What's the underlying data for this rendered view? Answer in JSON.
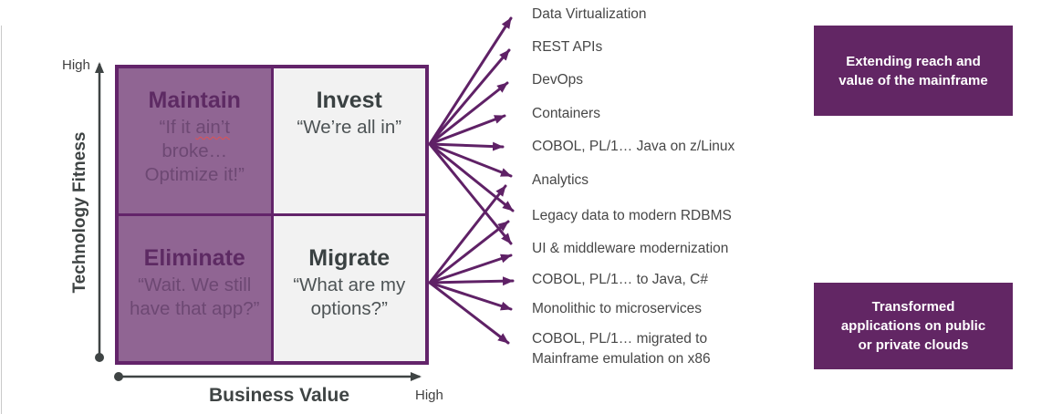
{
  "matrix": {
    "y_axis": {
      "label": "Technology Fitness",
      "high_label": "High"
    },
    "x_axis": {
      "label": "Business Value",
      "high_label": "High"
    },
    "quadrants": {
      "maintain": {
        "title": "Maintain",
        "line1_prefix": "“If it ",
        "line1_wavy": "ain’t",
        "line2": "broke…",
        "line3": "Optimize it!”"
      },
      "invest": {
        "title": "Invest",
        "line1": "“We’re all in”"
      },
      "eliminate": {
        "title": "Eliminate",
        "line1": "“Wait. We still",
        "line2": "have that app?”"
      },
      "migrate": {
        "title": "Migrate",
        "line1": "“What are my",
        "line2": "options?”"
      }
    }
  },
  "fan_items": [
    {
      "label": "Data Virtualization",
      "sources": [
        "invest"
      ]
    },
    {
      "label": "REST APIs",
      "sources": [
        "invest"
      ]
    },
    {
      "label": "DevOps",
      "sources": [
        "invest"
      ]
    },
    {
      "label": "Containers",
      "sources": [
        "invest"
      ]
    },
    {
      "label": "COBOL, PL/1… Java on z/Linux",
      "sources": [
        "invest"
      ]
    },
    {
      "label": "Analytics",
      "sources": [
        "invest",
        "migrate"
      ]
    },
    {
      "label": "Legacy data to modern RDBMS",
      "sources": [
        "invest",
        "migrate"
      ]
    },
    {
      "label": "UI & middleware modernization",
      "sources": [
        "invest",
        "migrate"
      ]
    },
    {
      "label": "COBOL, PL/1… to Java, C#",
      "sources": [
        "migrate"
      ]
    },
    {
      "label": "Monolithic to microservices",
      "sources": [
        "migrate"
      ]
    },
    {
      "label": "COBOL, PL/1… migrated to\nMainframe emulation on x86",
      "sources": [
        "migrate"
      ]
    }
  ],
  "callouts": {
    "top": {
      "text": "Extending reach and\nvalue of the mainframe"
    },
    "bottom": {
      "text": "Transformed\napplications on public\nor private clouds"
    }
  },
  "colors": {
    "quadrant_purple_fill": "#906593",
    "quadrant_light_fill": "#f2f2f2",
    "matrix_border": "#63246a",
    "arrow_purple": "#5f2166",
    "callout_background": "#622664",
    "axis_gray": "#3f4444",
    "list_text": "#474747",
    "spellcheck_red": "#e05252"
  }
}
